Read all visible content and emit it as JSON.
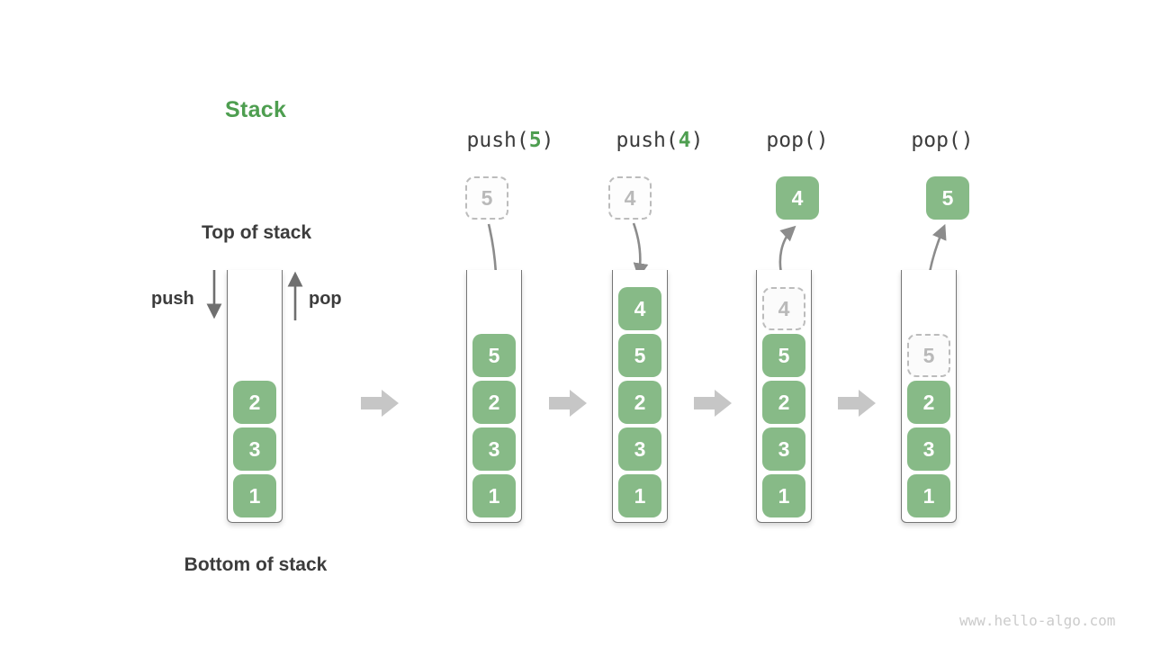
{
  "page": {
    "title": "Stack",
    "watermark": "www.hello-algo.com"
  },
  "legend": {
    "top_label": "Top of stack",
    "bottom_label": "Bottom of stack",
    "push_label": "push",
    "pop_label": "pop"
  },
  "colors": {
    "block_green": "#87ba87",
    "accent_green": "#4e9e50",
    "text_dark": "#3c3c3c",
    "ghost_border_gray": "#bcbcbc",
    "ghost_text_gray": "#b9b9b9",
    "curve_arrow_gray": "#8c8c8c",
    "flow_arrow_gray": "#c6c6c6"
  },
  "initial": {
    "blocks": [
      {
        "value": "2",
        "ghost": false
      },
      {
        "value": "3",
        "ghost": false
      },
      {
        "value": "1",
        "ghost": false
      }
    ]
  },
  "operations": [
    {
      "name": "push-5",
      "label_parts": [
        {
          "text": "push(",
          "accent": false
        },
        {
          "text": "5",
          "accent": true
        },
        {
          "text": ")",
          "accent": false
        }
      ],
      "floating": {
        "value": "5",
        "kind": "dashed"
      },
      "blocks": [
        {
          "value": "5",
          "ghost": false
        },
        {
          "value": "2",
          "ghost": false
        },
        {
          "value": "3",
          "ghost": false
        },
        {
          "value": "1",
          "ghost": false
        }
      ]
    },
    {
      "name": "push-4",
      "label_parts": [
        {
          "text": "push(",
          "accent": false
        },
        {
          "text": "4",
          "accent": true
        },
        {
          "text": ")",
          "accent": false
        }
      ],
      "floating": {
        "value": "4",
        "kind": "dashed"
      },
      "blocks": [
        {
          "value": "4",
          "ghost": false
        },
        {
          "value": "5",
          "ghost": false
        },
        {
          "value": "2",
          "ghost": false
        },
        {
          "value": "3",
          "ghost": false
        },
        {
          "value": "1",
          "ghost": false
        }
      ]
    },
    {
      "name": "pop-1",
      "label_parts": [
        {
          "text": "pop()",
          "accent": false
        }
      ],
      "floating": {
        "value": "4",
        "kind": "solid"
      },
      "blocks": [
        {
          "value": "4",
          "ghost": true
        },
        {
          "value": "5",
          "ghost": false
        },
        {
          "value": "2",
          "ghost": false
        },
        {
          "value": "3",
          "ghost": false
        },
        {
          "value": "1",
          "ghost": false
        }
      ]
    },
    {
      "name": "pop-2",
      "label_parts": [
        {
          "text": "pop()",
          "accent": false
        }
      ],
      "floating": {
        "value": "5",
        "kind": "solid"
      },
      "blocks": [
        {
          "value": "5",
          "ghost": true
        },
        {
          "value": "2",
          "ghost": false
        },
        {
          "value": "3",
          "ghost": false
        },
        {
          "value": "1",
          "ghost": false
        }
      ]
    }
  ]
}
